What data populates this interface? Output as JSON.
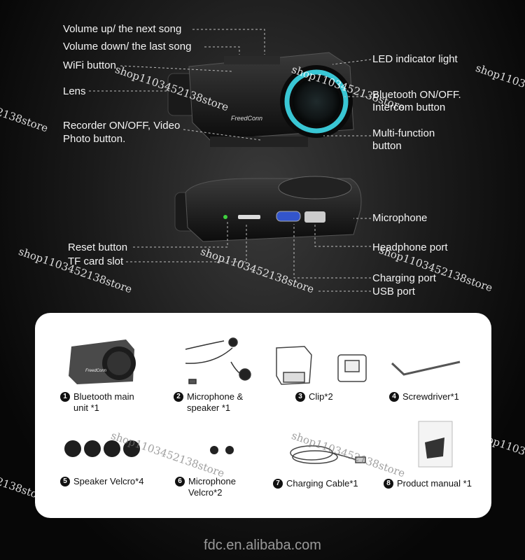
{
  "callouts": {
    "volume_up": "Volume up/ the next song",
    "volume_down": "Volume down/ the last song",
    "wifi": "WiFi button",
    "lens": "Lens",
    "recorder": "Recorder ON/OFF, Video",
    "recorder_2": "Photo button.",
    "led": "LED indicator light",
    "bluetooth": "Bluetooth ON/OFF.",
    "bluetooth_2": "Intercom button",
    "multi": "Multi-function",
    "multi_2": "button",
    "microphone": "Microphone",
    "reset": "Reset button",
    "tf_card": "TF card slot",
    "headphone": "Headphone port",
    "charging": "Charging port",
    "usb": "USB port"
  },
  "brand": "FreedConn",
  "watermark": "shop1103452138store",
  "package": {
    "items": [
      {
        "num": "1",
        "line1": "Bluetooth main",
        "line2": "unit *1"
      },
      {
        "num": "2",
        "line1": "Microphone &",
        "line2": "speaker *1"
      },
      {
        "num": "3",
        "line1": "Clip*2",
        "line2": ""
      },
      {
        "num": "4",
        "line1": "Screwdriver*1",
        "line2": ""
      },
      {
        "num": "5",
        "line1": "Speaker Velcro*4",
        "line2": ""
      },
      {
        "num": "6",
        "line1": "Microphone",
        "line2": "Velcro*2"
      },
      {
        "num": "7",
        "line1": "Charging Cable*1",
        "line2": ""
      },
      {
        "num": "8",
        "line1": "Product manual *1",
        "line2": ""
      }
    ]
  },
  "footer": "fdc.en.alibaba.com",
  "colors": {
    "accent_ring": "#39c6d4",
    "background": "#111111",
    "panel": "#ffffff"
  }
}
